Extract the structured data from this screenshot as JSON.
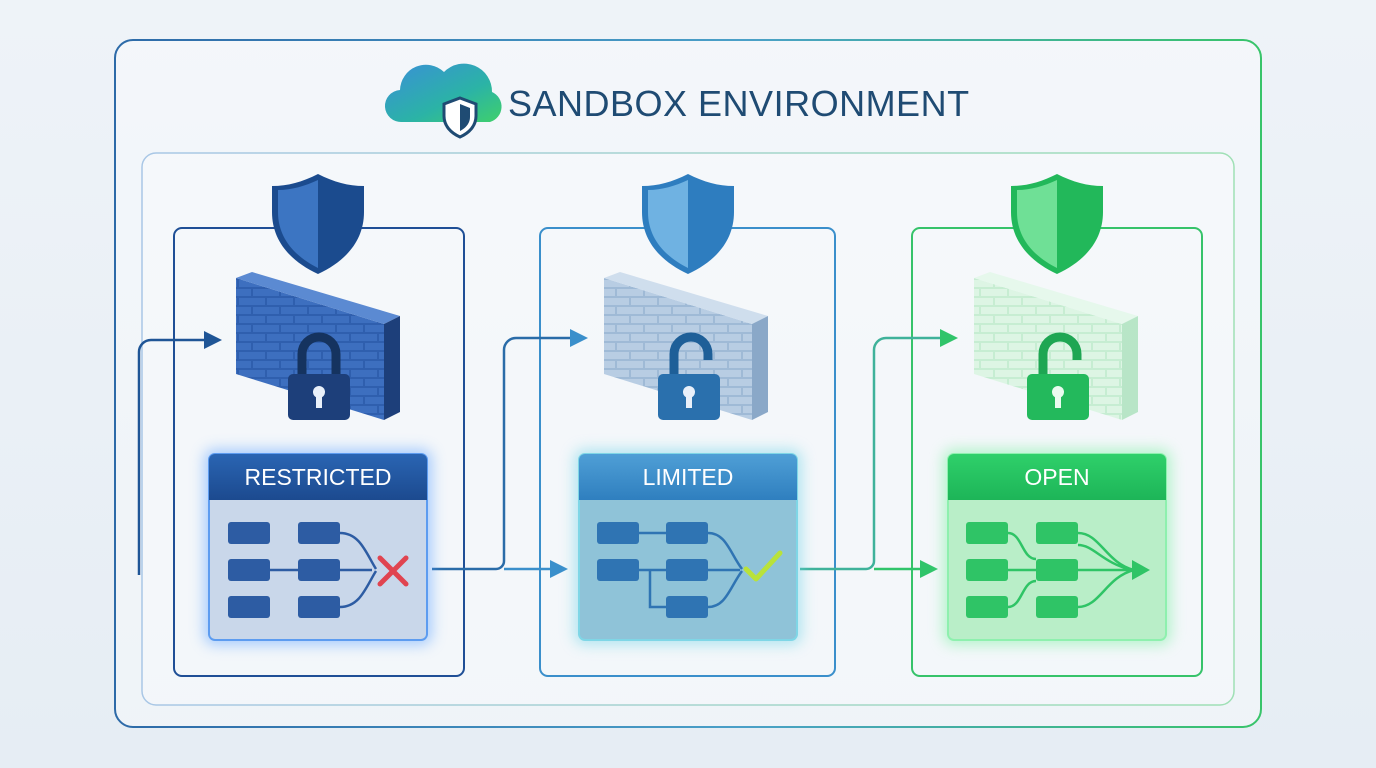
{
  "title": "SANDBOX ENVIRONMENT",
  "levels": [
    {
      "label": "RESTRICTED",
      "status": "blocked",
      "lock": "locked",
      "color": "#1f4f96"
    },
    {
      "label": "LIMITED",
      "status": "allowed",
      "lock": "unlocked",
      "color": "#3a8fcb"
    },
    {
      "label": "OPEN",
      "status": "passthrough",
      "lock": "unlocked",
      "color": "#22c35e"
    }
  ],
  "colors": {
    "frame_start": "#2d6aa8",
    "frame_end": "#38c46a",
    "cross": "#e04450",
    "check": "#b9e23a"
  },
  "icons": [
    "cloud-shield-icon",
    "shield-icon",
    "brick-wall-icon",
    "padlock-icon",
    "cross-icon",
    "check-icon",
    "arrow-icon"
  ]
}
